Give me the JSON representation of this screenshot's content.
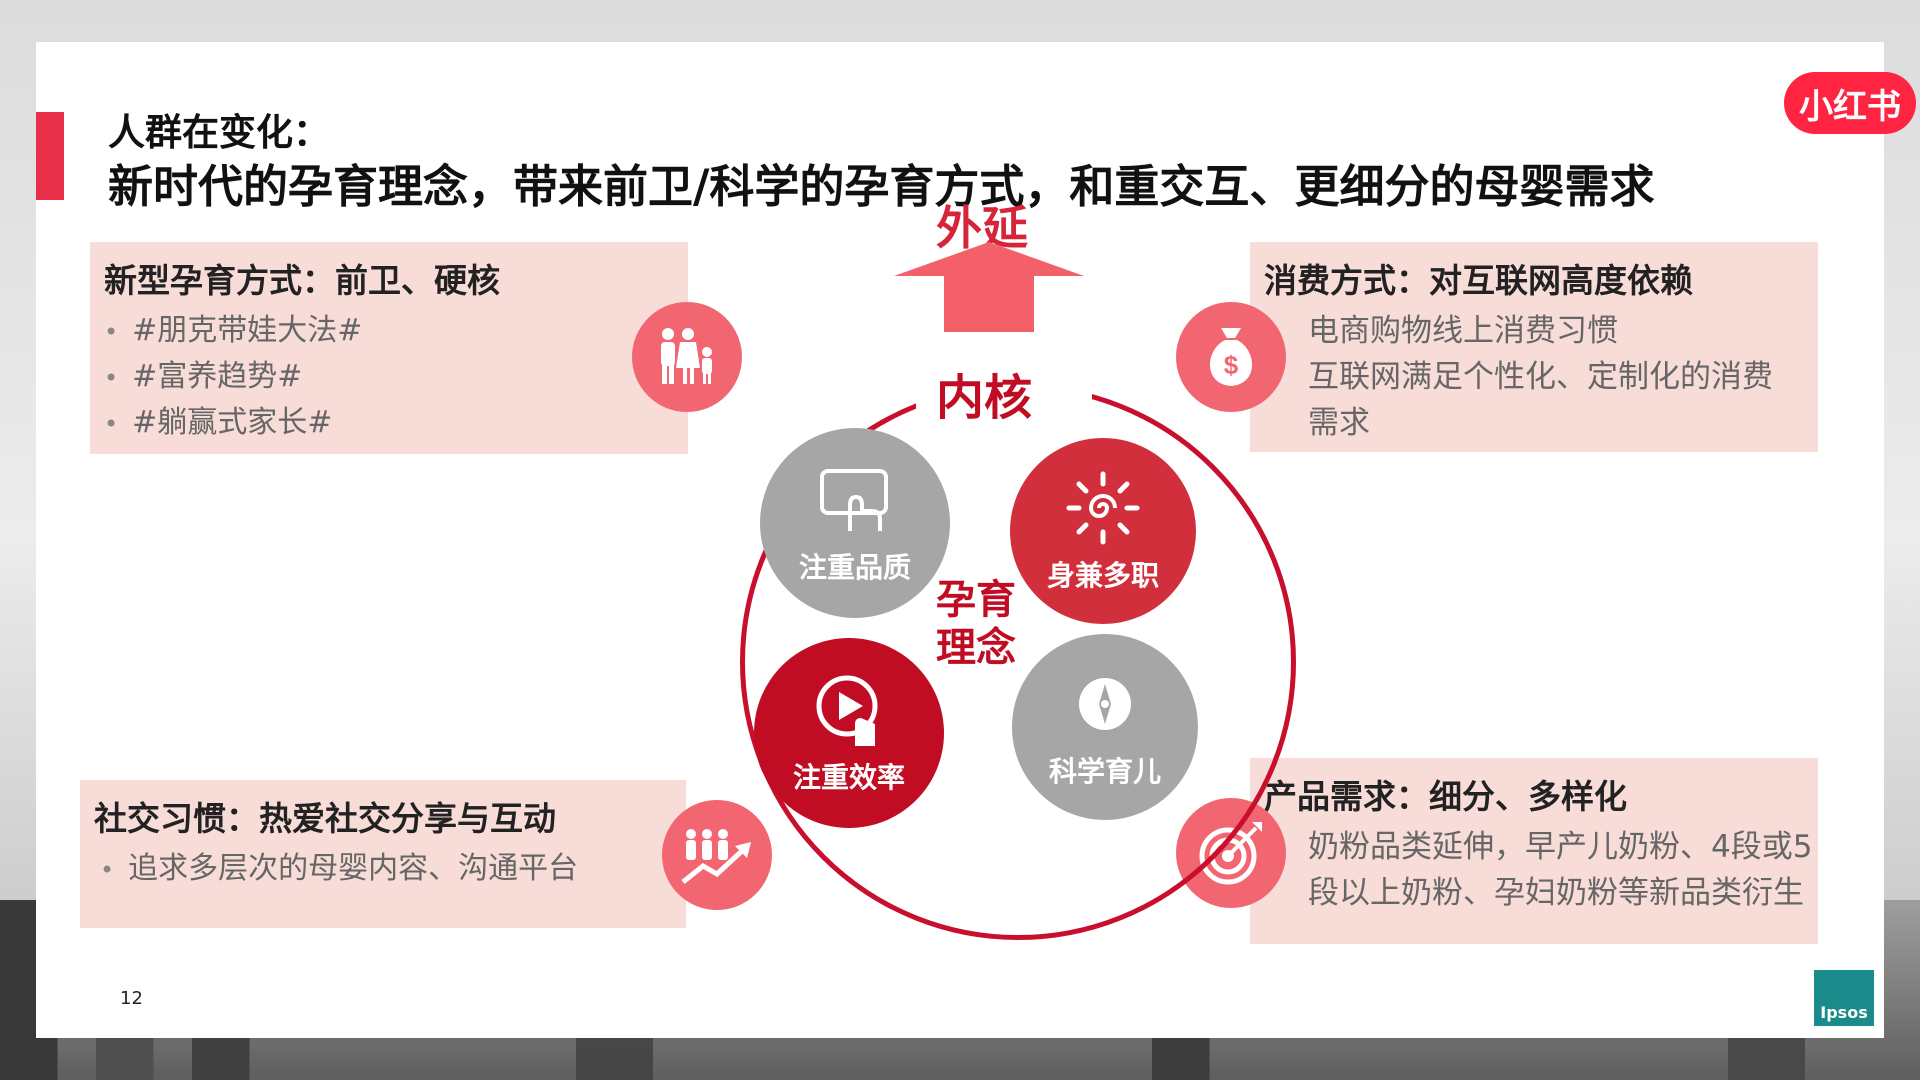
{
  "header": {
    "title_line1": "人群在变化：",
    "title_line2": "新时代的孕育理念，带来前卫/科学的孕育方式，和重交互、更细分的母婴需求",
    "logo_text": "小红书"
  },
  "boxes": {
    "top_left": {
      "title": "新型孕育方式：前卫、硬核",
      "items": [
        "#朋克带娃大法#",
        "#富养趋势#",
        "#躺赢式家长#"
      ],
      "icon": "family-icon"
    },
    "top_right": {
      "title": "消费方式：对互联网高度依赖",
      "lines": [
        "电商购物线上消费习惯",
        "互联网满足个性化、定制化的消费",
        "需求"
      ],
      "icon": "money-bag-icon"
    },
    "bottom_left": {
      "title": "社交习惯：热爱社交分享与互动",
      "items": [
        "追求多层次的母婴内容、沟通平台"
      ],
      "icon": "growth-people-icon"
    },
    "bottom_right": {
      "title": "产品需求：细分、多样化",
      "lines": [
        "奶粉品类延伸，早产儿奶粉、4段或5",
        "段以上奶粉、孕妇奶粉等新品类衍生"
      ],
      "icon": "target-icon"
    }
  },
  "diagram": {
    "outer_label": "外延",
    "inner_label": "内核",
    "center_label_line1": "孕育",
    "center_label_line2": "理念",
    "concepts": {
      "quality": "注重品质",
      "multi_role": "身兼多职",
      "efficiency": "注重效率",
      "science": "科学育儿"
    }
  },
  "footer": {
    "page_number": "12",
    "brand": "Ipsos"
  },
  "colors": {
    "accent_red": "#e8304a",
    "dark_red": "#c00d23",
    "pink_box": "#f8dcd8",
    "gray": "#a6a6a6"
  }
}
